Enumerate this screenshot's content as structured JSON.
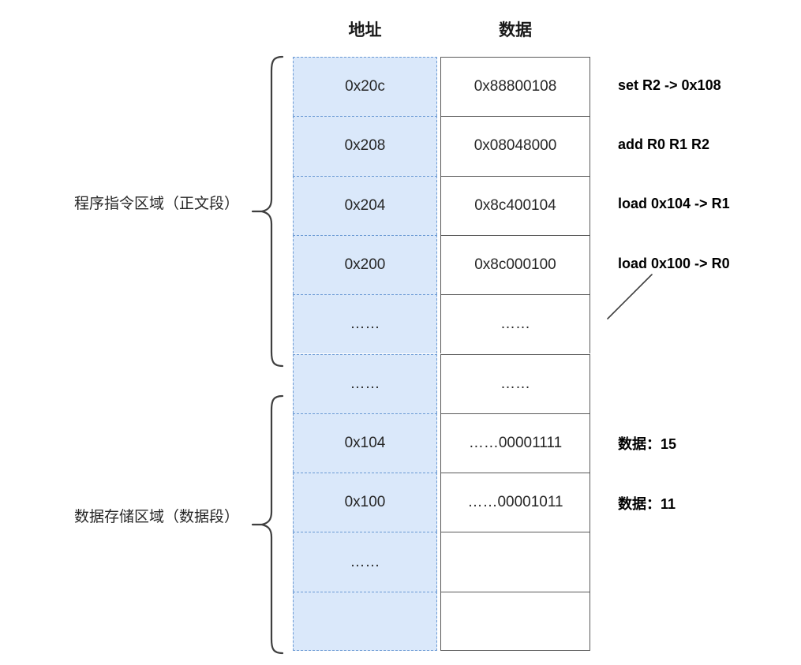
{
  "headers": {
    "address": "地址",
    "data": "数据"
  },
  "sections": [
    {
      "id": "text-segment",
      "label": "程序指令区域（正文段）",
      "brace": "left-curly-brace"
    },
    {
      "id": "data-segment",
      "label": "数据存储区域（数据段）",
      "brace": "left-curly-brace"
    }
  ],
  "rows": [
    {
      "address": "0x20c",
      "data": "0x88800108",
      "annotation": "set R2 -> 0x108"
    },
    {
      "address": "0x208",
      "data": "0x08048000",
      "annotation": "add R0 R1 R2"
    },
    {
      "address": "0x204",
      "data": "0x8c400104",
      "annotation": "load 0x104 -> R1"
    },
    {
      "address": "0x200",
      "data": "0x8c000100",
      "annotation": "load 0x100 -> R0"
    },
    {
      "address": "……",
      "data": "……",
      "annotation": ""
    },
    {
      "address": "……",
      "data": "……",
      "annotation": ""
    },
    {
      "address": "0x104",
      "data": "……00001111",
      "annotation": "数据：15"
    },
    {
      "address": "0x100",
      "data": "……00001011",
      "annotation": "数据：11"
    },
    {
      "address": "……",
      "data": "",
      "annotation": ""
    },
    {
      "address": "",
      "data": "",
      "annotation": ""
    }
  ],
  "colors": {
    "address_fill": "#dae8fa",
    "address_border": "#6b9ad4",
    "data_border": "#595959",
    "text": "#262626",
    "annotation_text": "#000000"
  }
}
